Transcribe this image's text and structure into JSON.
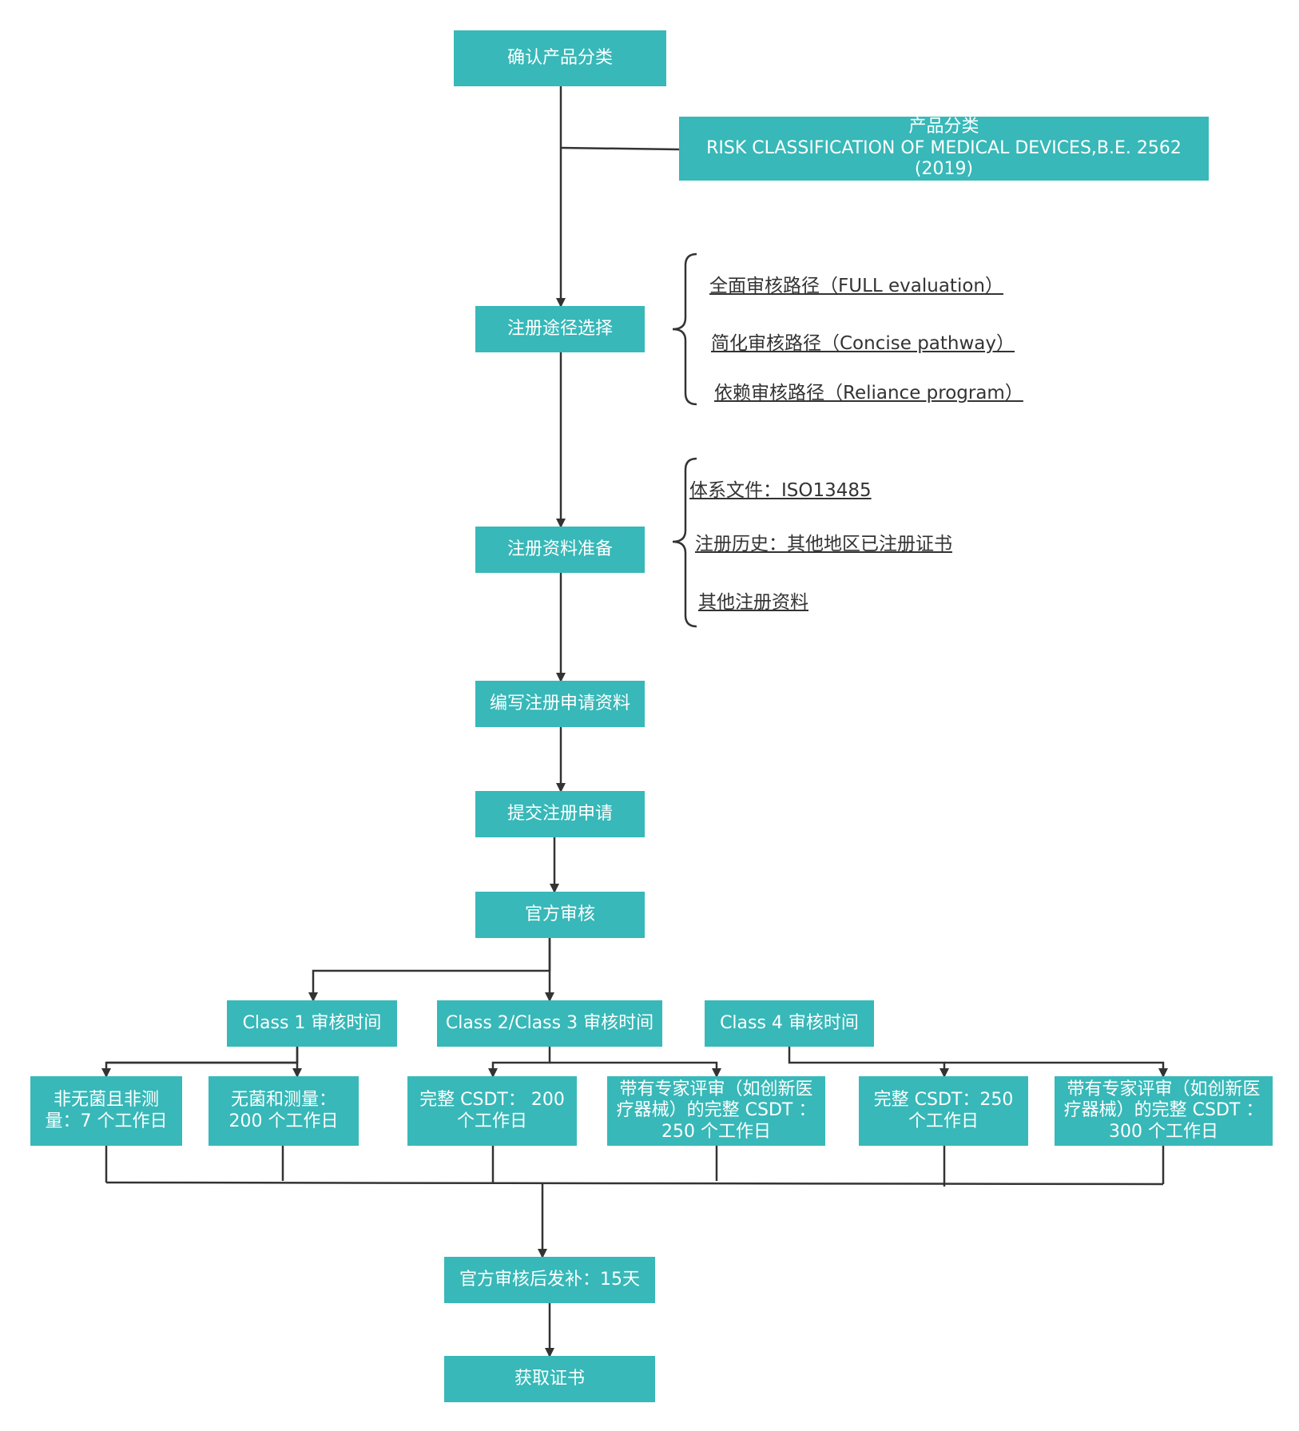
{
  "nodes": {
    "confirm": "确认产品分类",
    "classification_title": "产品分类",
    "classification_sub": "RISK CLASSIFICATION OF MEDICAL DEVICES,B.E. 2562 (2019)",
    "route": "注册途径选择",
    "prep": "注册资料准备",
    "write": "编写注册申请资料",
    "submit": "提交注册申请",
    "review": "官方审核",
    "class1": "Class 1 审核时间",
    "class23": "Class 2/Class 3 审核时间",
    "class4": "Class 4 审核时间",
    "c1a": "非无菌且非测量：7 个工作日",
    "c1b": "无菌和测量：200 个工作日",
    "c23a": "完整 CSDT： 200 个工作日",
    "c23b": "带有专家评审（如创新医疗器械）的完整 CSDT ：250 个工作日",
    "c4a": "完整 CSDT：250 个工作日",
    "c4b": "带有专家评审（如创新医疗器械）的完整 CSDT ：300 个工作日",
    "issue": "官方审核后发补：15天",
    "cert": "获取证书"
  },
  "routes": [
    "全面审核路径（FULL evaluation）",
    "简化审核路径（Concise pathway）",
    "依赖审核路径（Reliance program）"
  ],
  "materials": [
    "体系文件：ISO13485",
    "注册历史：其他地区已注册证书",
    "其他注册资料"
  ],
  "colors": {
    "box": "#38b8b8",
    "line": "#333333",
    "text": "#ffffff"
  }
}
